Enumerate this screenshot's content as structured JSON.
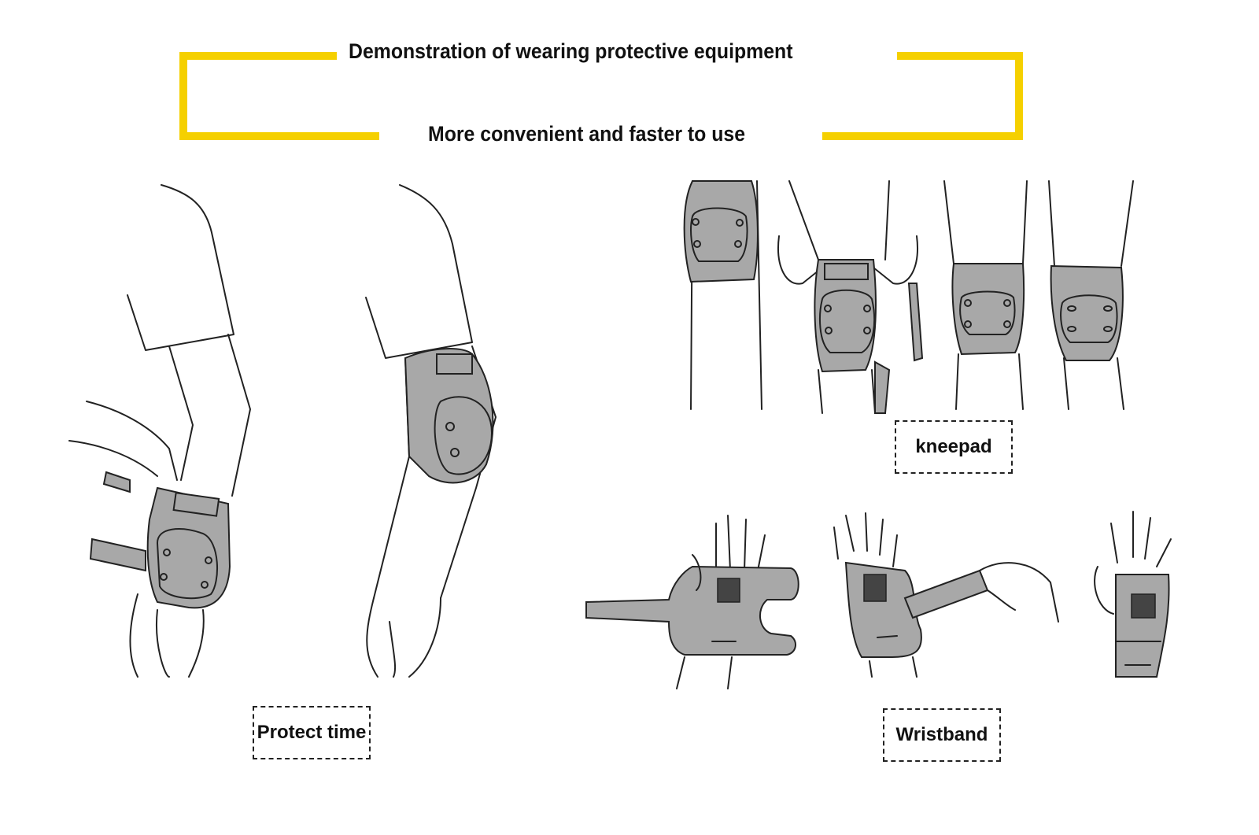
{
  "header": {
    "title": "Demonstration of wearing protective equipment",
    "subtitle": "More convenient and faster to use",
    "accent_color": "#f5d000"
  },
  "panels": [
    {
      "label": "Protect time",
      "illustration": "elbow-pad-icon"
    },
    {
      "label": "kneepad",
      "illustration": "knee-pad-icon"
    },
    {
      "label": "Wristband",
      "illustration": "wrist-guard-icon"
    }
  ]
}
